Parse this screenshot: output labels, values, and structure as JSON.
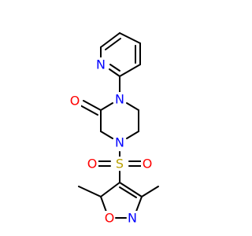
{
  "molecule": {
    "colors": {
      "bond": "#000000",
      "carbon": "#000000",
      "nitrogen": "#0000ff",
      "oxygen": "#ff0000",
      "sulfur": "#b8a000"
    },
    "atoms": {
      "n_pyridine": "N",
      "n_piperazine_1": "N",
      "o_carbonyl": "O",
      "n_piperazine_4": "N",
      "s_sulfonyl": "S",
      "o_sulfonyl_left": "O",
      "o_sulfonyl_right": "O",
      "o_isoxazole": "O",
      "n_isoxazole": "N"
    }
  }
}
